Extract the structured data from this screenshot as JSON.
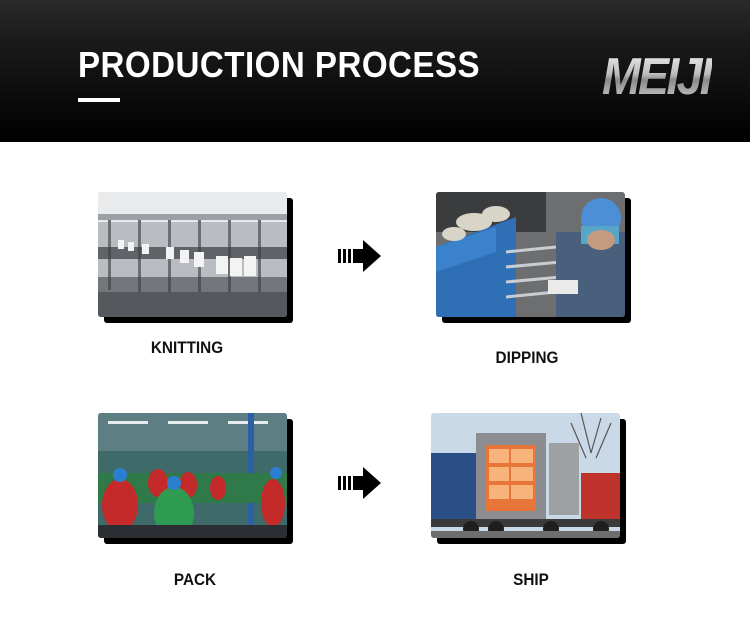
{
  "header": {
    "title": "PRODUCTION PROCESS",
    "logo_text": "MEIJI"
  },
  "steps": [
    {
      "label": "KNITTING"
    },
    {
      "label": "DIPPING"
    },
    {
      "label": "PACK"
    },
    {
      "label": "SHIP"
    }
  ],
  "colors": {
    "header_bg": "#000000",
    "header_text": "#ffffff",
    "label_text": "#111111"
  },
  "icons": {
    "arrow": "right-arrow-icon"
  }
}
